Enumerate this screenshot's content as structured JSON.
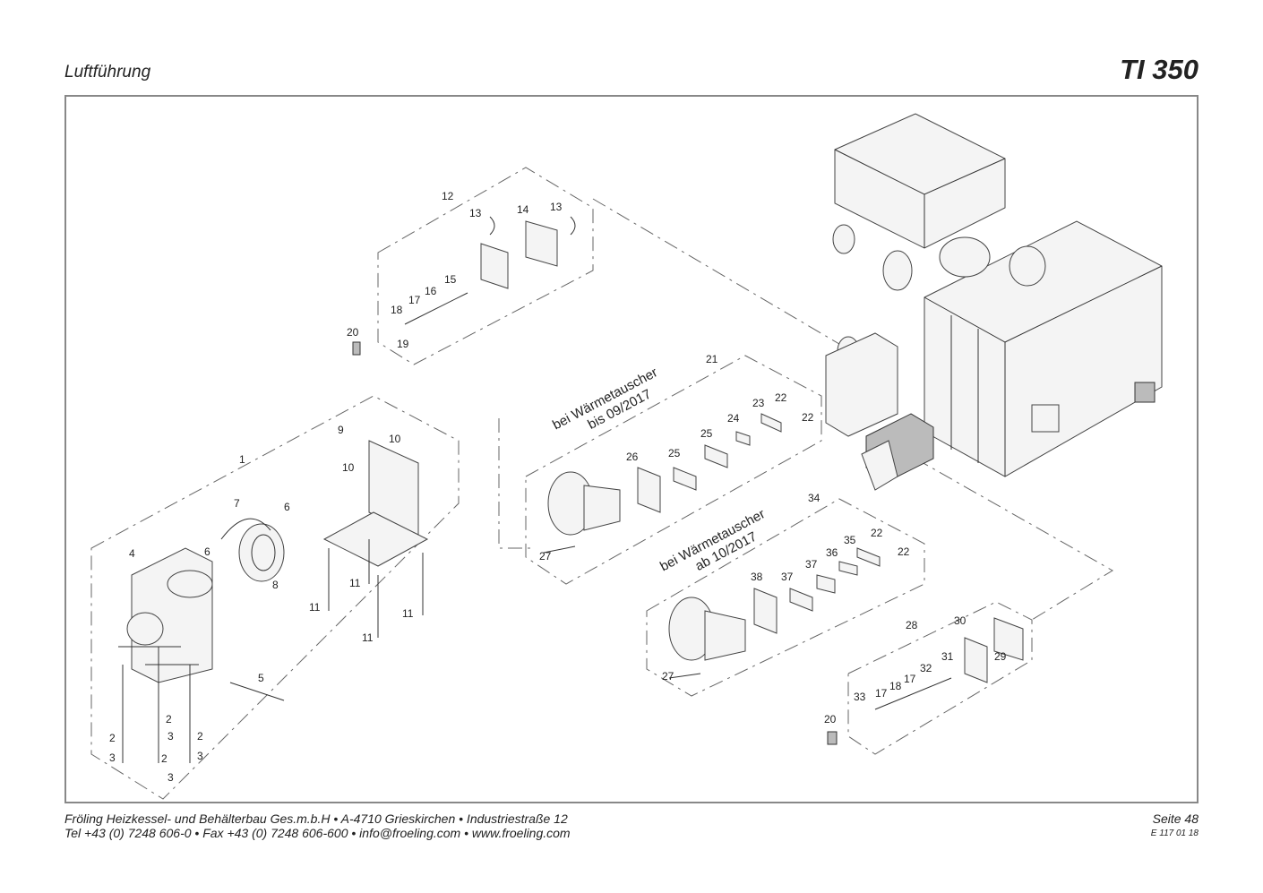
{
  "header": {
    "title": "Luftführung",
    "model": "TI 350"
  },
  "variants": [
    {
      "line1": "bei Wärmetauscher",
      "line2": "bis 09/2017"
    },
    {
      "line1": "bei Wärmetauscher",
      "line2": "ab 10/2017"
    }
  ],
  "callouts": [
    "1",
    "2",
    "2",
    "2",
    "2",
    "3",
    "3",
    "3",
    "3",
    "4",
    "5",
    "6",
    "6",
    "7",
    "8",
    "9",
    "10",
    "10",
    "11",
    "11",
    "11",
    "11",
    "12",
    "13",
    "13",
    "14",
    "15",
    "16",
    "17",
    "18",
    "19",
    "20",
    "21",
    "22",
    "22",
    "23",
    "24",
    "25",
    "25",
    "26",
    "27",
    "28",
    "29",
    "30",
    "31",
    "32",
    "33",
    "17",
    "18",
    "17",
    "20",
    "34",
    "35",
    "36",
    "37",
    "37",
    "38",
    "22",
    "22",
    "27"
  ],
  "footer": {
    "line1": "Fröling Heizkessel- und Behälterbau Ges.m.b.H   •  A-4710 Grieskirchen   •  Industriestraße 12",
    "line2": "Tel +43 (0) 7248 606-0   •  Fax +43 (0) 7248 606-600   •  info@froeling.com   •  www.froeling.com",
    "page": "Seite 48",
    "doc_no": "E 117 01 18"
  }
}
